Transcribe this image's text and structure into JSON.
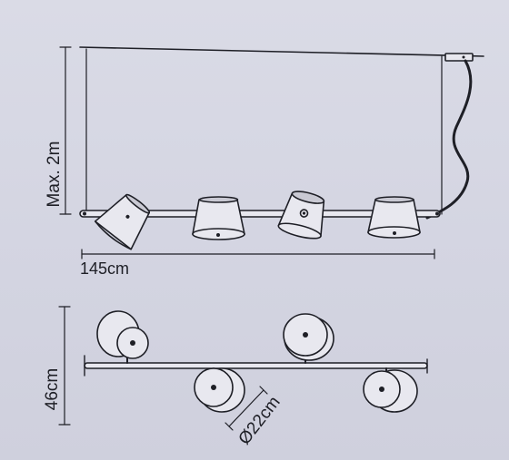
{
  "labels": {
    "max_height": "Max. 2m",
    "length": "145cm",
    "depth": "46cm",
    "shade_diameter": "Ø22cm"
  },
  "colors": {
    "background": "#d6d7e3",
    "line": "#1e1f26",
    "shade_fill": "#e8e8ef",
    "shade_top": "#c9c9d3"
  }
}
